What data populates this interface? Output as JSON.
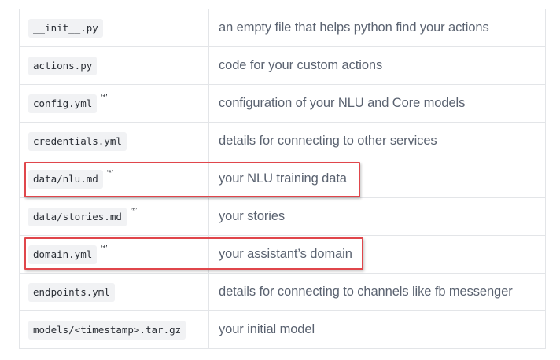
{
  "rows": [
    {
      "file": "__init__.py",
      "marker": "",
      "description": "an empty file that helps python find your actions"
    },
    {
      "file": "actions.py",
      "marker": "",
      "description": "code for your custom actions"
    },
    {
      "file": "config.yml",
      "marker": "‘*’",
      "description": "configuration of your NLU and Core models"
    },
    {
      "file": "credentials.yml",
      "marker": "",
      "description": "details for connecting to other services"
    },
    {
      "file": "data/nlu.md",
      "marker": "‘*’",
      "description": "your NLU training data"
    },
    {
      "file": "data/stories.md",
      "marker": "‘*’",
      "description": "your stories"
    },
    {
      "file": "domain.yml",
      "marker": "‘*’",
      "description": "your assistant’s domain"
    },
    {
      "file": "endpoints.yml",
      "marker": "",
      "description": "details for connecting to channels like fb messenger"
    },
    {
      "file": "models/<timestamp>.tar.gz",
      "marker": "",
      "description": "your initial model"
    }
  ],
  "colors": {
    "highlight": "#e0464b",
    "code_background": "#f1f2f4",
    "border": "#e3e5e8",
    "description_text": "#5a6270"
  }
}
